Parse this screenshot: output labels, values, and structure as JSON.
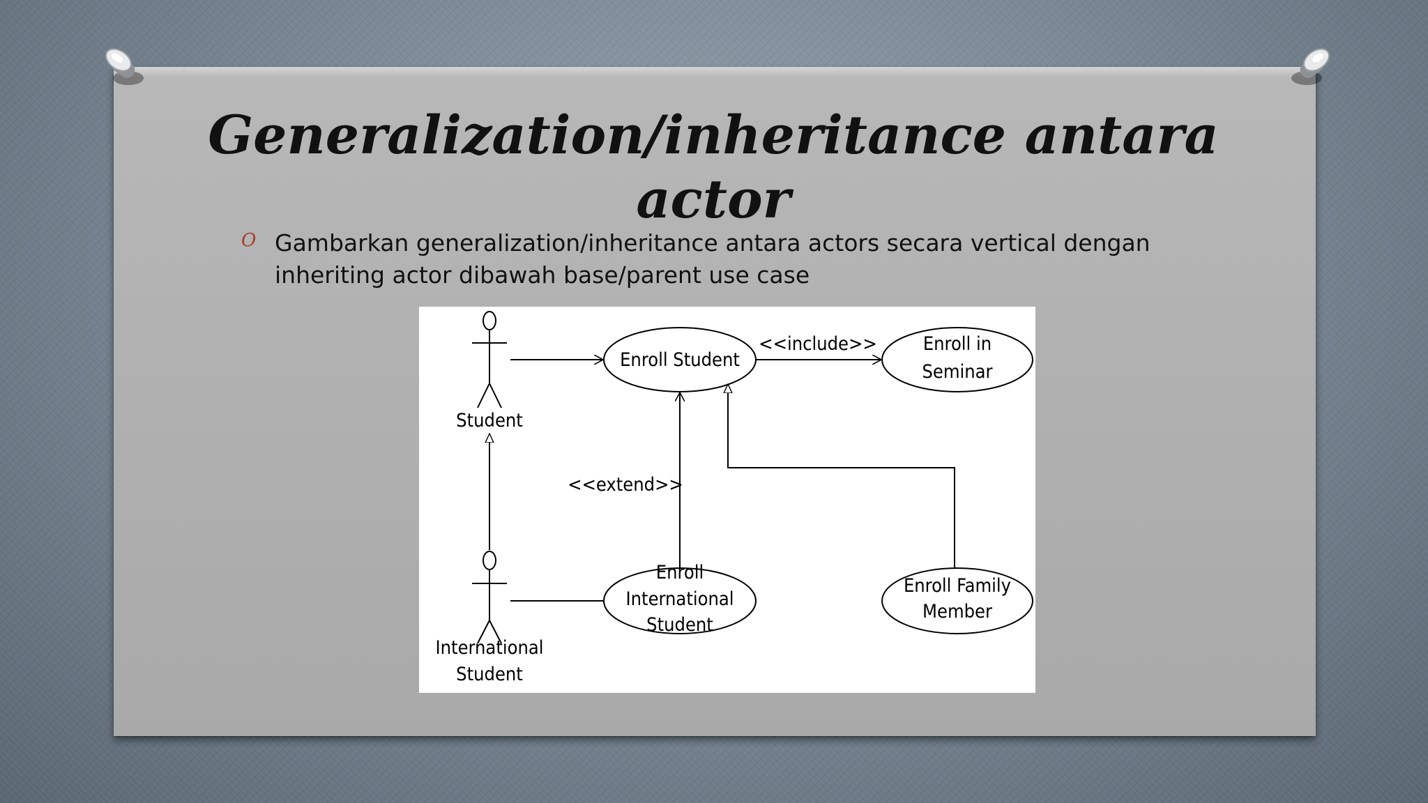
{
  "slide": {
    "title": "Generalization/inheritance antara actor",
    "bullet_icon": "o-bullet-icon",
    "bullet": "Gambarkan generalization/inheritance antara actors secara vertical dengan inheriting actor dibawah base/parent use case"
  },
  "diagram": {
    "actors": {
      "student": "Student",
      "international_line1": "International",
      "international_line2": "Student"
    },
    "use_cases": {
      "enroll_student": "Enroll Student",
      "enroll_seminar_line1": "Enroll in",
      "enroll_seminar_line2": "Seminar",
      "enroll_intl_line1": "Enroll",
      "enroll_intl_line2": "International",
      "enroll_intl_line3": "Student",
      "enroll_family_line1": "Enroll Family",
      "enroll_family_line2": "Member"
    },
    "stereotypes": {
      "include": "<<include>>",
      "extend": "<<extend>>"
    }
  },
  "colors": {
    "bullet": "#a83a2a",
    "diagram_background": "#ffffff"
  }
}
